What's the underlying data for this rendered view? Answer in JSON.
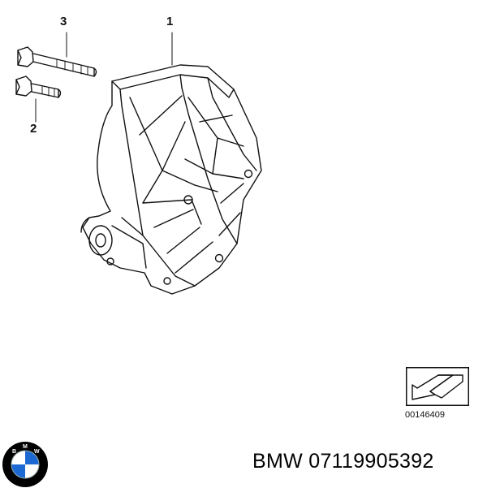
{
  "callouts": {
    "part_1": "1",
    "part_2": "2",
    "part_3": "3"
  },
  "reference_code": "00146409",
  "brand_line": "BMW 07119905392",
  "logo": {
    "icon": "bmw-roundel-icon",
    "letters": "BMW",
    "colors": {
      "ring": "#000000",
      "blue": "#1c69d4",
      "white": "#ffffff"
    }
  }
}
